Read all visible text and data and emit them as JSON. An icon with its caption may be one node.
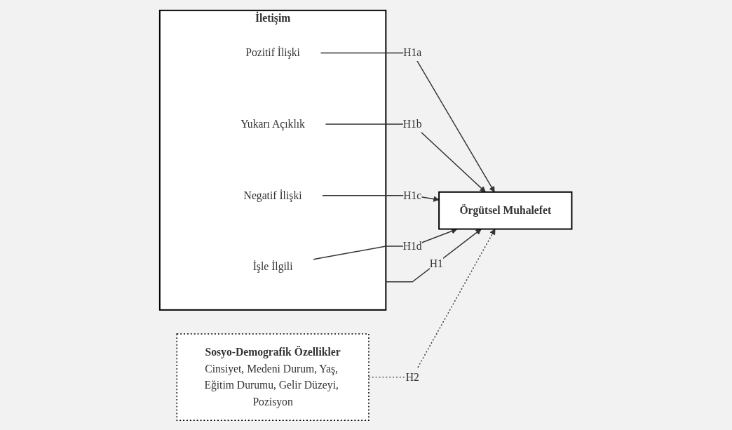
{
  "diagram": {
    "nodes": [
      {
        "text": [
          "İletişim"
        ]
      },
      {
        "text": [
          "Pozitif İlişki"
        ],
        "in": 0
      },
      {
        "text": [
          "Yukarı Açıklık"
        ],
        "in": 0
      },
      {
        "text": [
          "Negatif İlişki"
        ],
        "in": 0
      },
      {
        "text": [
          "İşle İlgili"
        ],
        "in": 0
      },
      {
        "text": [
          "Örgütsel Muhalefet"
        ]
      },
      {
        "text": [
          "Sosyo-Demografik Özellikler",
          "Cinsiyet, Medeni Durum, Yaş, Eğitim Durumu, Gelir Düzeyi, Pozisyon"
        ]
      }
    ],
    "edges": [
      {
        "from": 0,
        "to": 5,
        "arrow": "to",
        "label": "H1"
      },
      {
        "from": 1,
        "to": 5,
        "arrow": "to",
        "label": "H1a"
      },
      {
        "from": 2,
        "to": 5,
        "arrow": "to",
        "label": "H1b"
      },
      {
        "from": 3,
        "to": 5,
        "arrow": "to",
        "label": "H1c"
      },
      {
        "from": 4,
        "to": 5,
        "arrow": "to",
        "label": "H1d"
      },
      {
        "from": 6,
        "to": 5,
        "arrow": "to",
        "label": "H2",
        "style": "dashed"
      }
    ]
  }
}
